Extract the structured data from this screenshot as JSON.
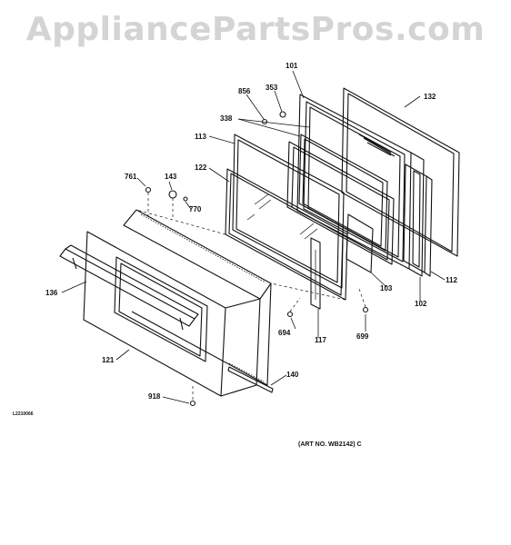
{
  "watermark": "AppliancePartsPros.com",
  "art_code": "L2210066",
  "art_number": "(ART NO. WB2142) C",
  "parts": [
    {
      "id": "p101",
      "num": "101"
    },
    {
      "id": "p856",
      "num": "856"
    },
    {
      "id": "p353",
      "num": "353"
    },
    {
      "id": "p132",
      "num": "132"
    },
    {
      "id": "p338",
      "num": "338"
    },
    {
      "id": "p113",
      "num": "113"
    },
    {
      "id": "p122",
      "num": "122"
    },
    {
      "id": "p761",
      "num": "761"
    },
    {
      "id": "p143",
      "num": "143"
    },
    {
      "id": "p770",
      "num": "770"
    },
    {
      "id": "p136",
      "num": "136"
    },
    {
      "id": "p121",
      "num": "121"
    },
    {
      "id": "p694",
      "num": "694"
    },
    {
      "id": "p117",
      "num": "117"
    },
    {
      "id": "p103",
      "num": "103"
    },
    {
      "id": "p102",
      "num": "102"
    },
    {
      "id": "p112",
      "num": "112"
    },
    {
      "id": "p699",
      "num": "699"
    },
    {
      "id": "p140",
      "num": "140"
    },
    {
      "id": "p918",
      "num": "918"
    }
  ]
}
